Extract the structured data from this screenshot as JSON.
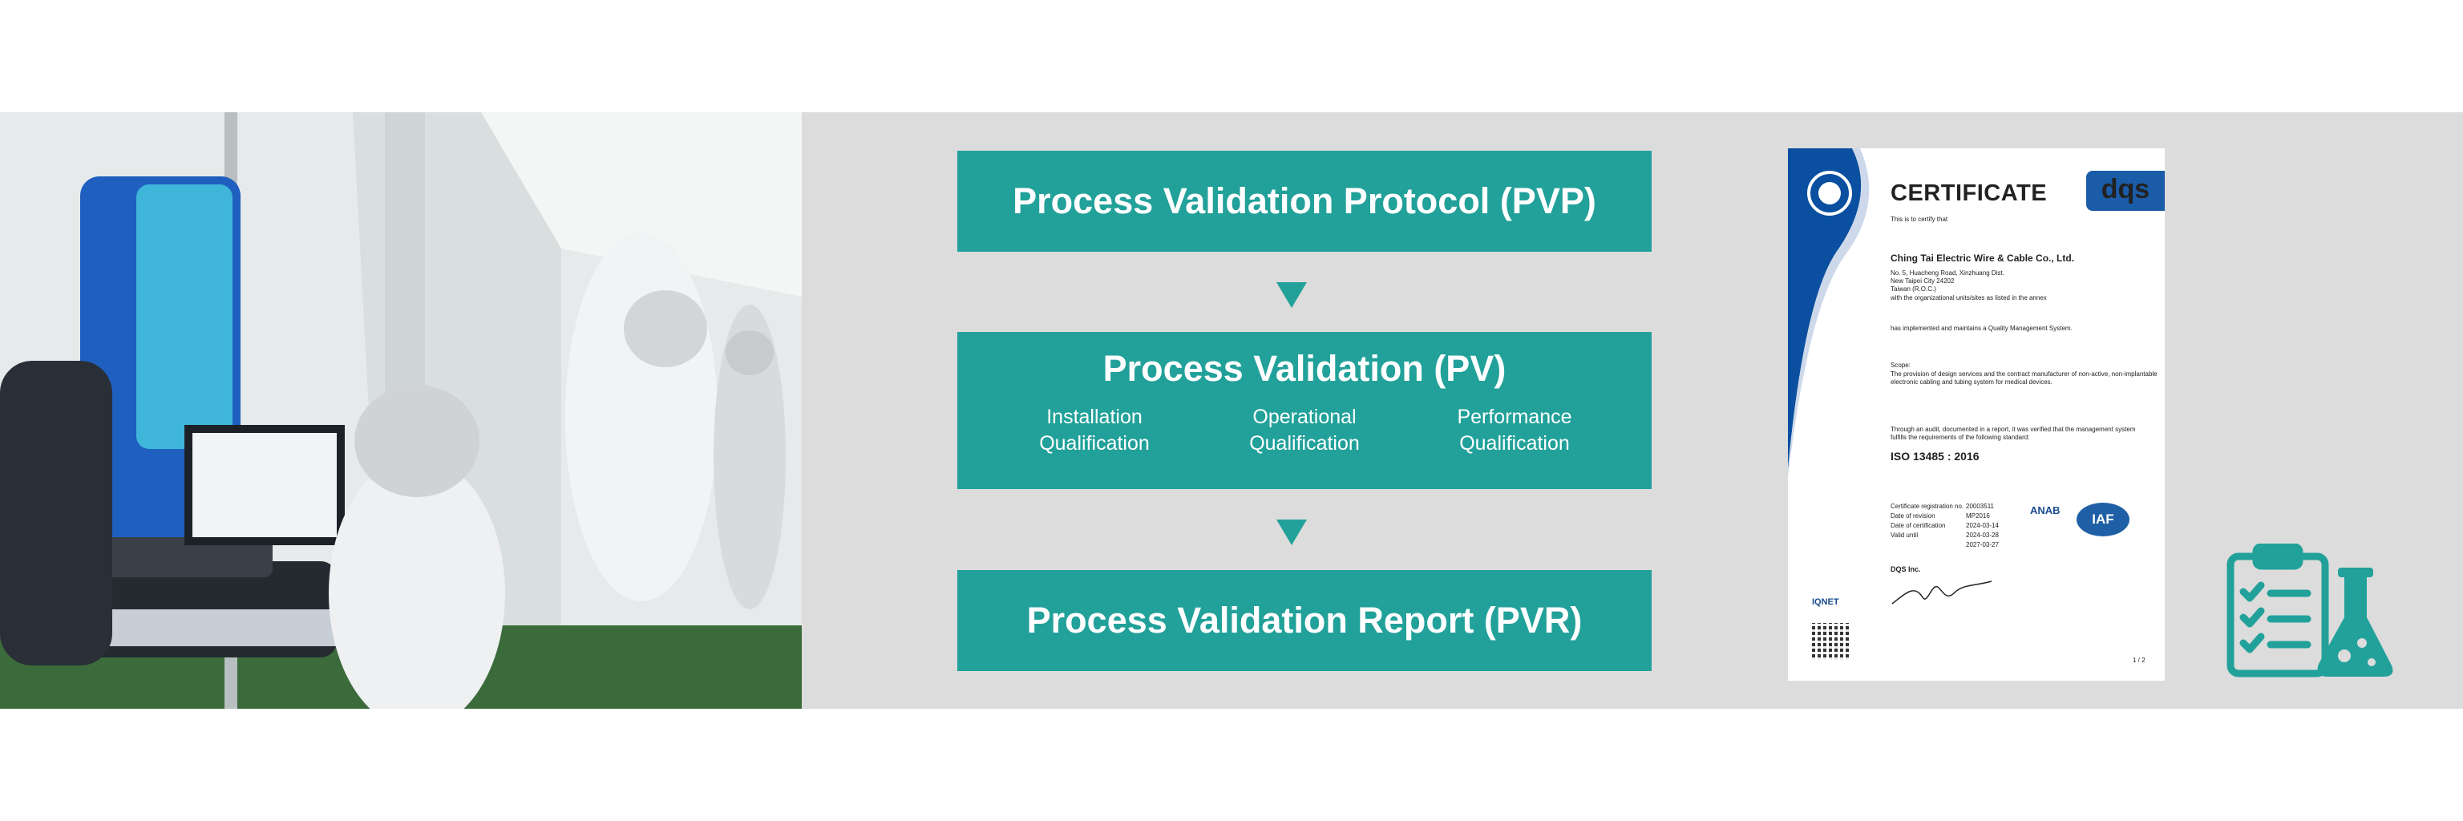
{
  "flow": {
    "protocol_title": "Process Validation Protocol (PVP)",
    "validation_title": "Process Validation (PV)",
    "qualifications": [
      {
        "line1": "Installation",
        "line2": "Qualification"
      },
      {
        "line1": "Operational",
        "line2": "Qualification"
      },
      {
        "line1": "Performance",
        "line2": "Qualification"
      }
    ],
    "report_title": "Process Validation Report (PVR)"
  },
  "certificate": {
    "title": "CERTIFICATE",
    "brand": "dqs",
    "certify_text": "This is to certify that",
    "company": "Ching Tai Electric Wire & Cable Co., Ltd.",
    "address_1": "No. 5, Huacheng Road, Xinzhuang Dist.",
    "address_2": "New Taipei City 24202",
    "address_3": "Taiwan (R.O.C.)",
    "sites_text": "with the organizational units/sites as listed in the annex",
    "implemented_text": "has implemented and maintains a Quality Management System.",
    "scope_label": "Scope:",
    "scope_text_1": "The provision of design services and the contract manufacturer of non-active, non-implantable",
    "scope_text_2": "electronic cabling and tubing system for medical devices.",
    "audit_text_1": "Through an audit, documented in a report, it was verified that the management system",
    "audit_text_2": "fulfills the requirements of the following standard:",
    "standard": "ISO 13485 : 2016",
    "details": [
      {
        "label": "Certificate registration no.",
        "value": "20003511"
      },
      {
        "label": "Date of revision",
        "value": "MP2016"
      },
      {
        "label": "Date of certification",
        "value": "2024-03-14"
      },
      {
        "label": "Valid until",
        "value": "2024-03-28"
      },
      {
        "label": "",
        "value": "2027-03-27"
      }
    ],
    "issuer": "DQS Inc.",
    "anab": "ANAB",
    "iaf": "IAF",
    "iqnet": "IQNET",
    "page": "1 / 2"
  },
  "colors": {
    "teal": "#22a19a",
    "band": "#dcdcdc",
    "cert_blue": "#0b4fa0"
  },
  "icons": [
    "clipboard-checklist-icon",
    "lab-flask-icon",
    "dqs-seal-icon",
    "qr-code-icon"
  ]
}
